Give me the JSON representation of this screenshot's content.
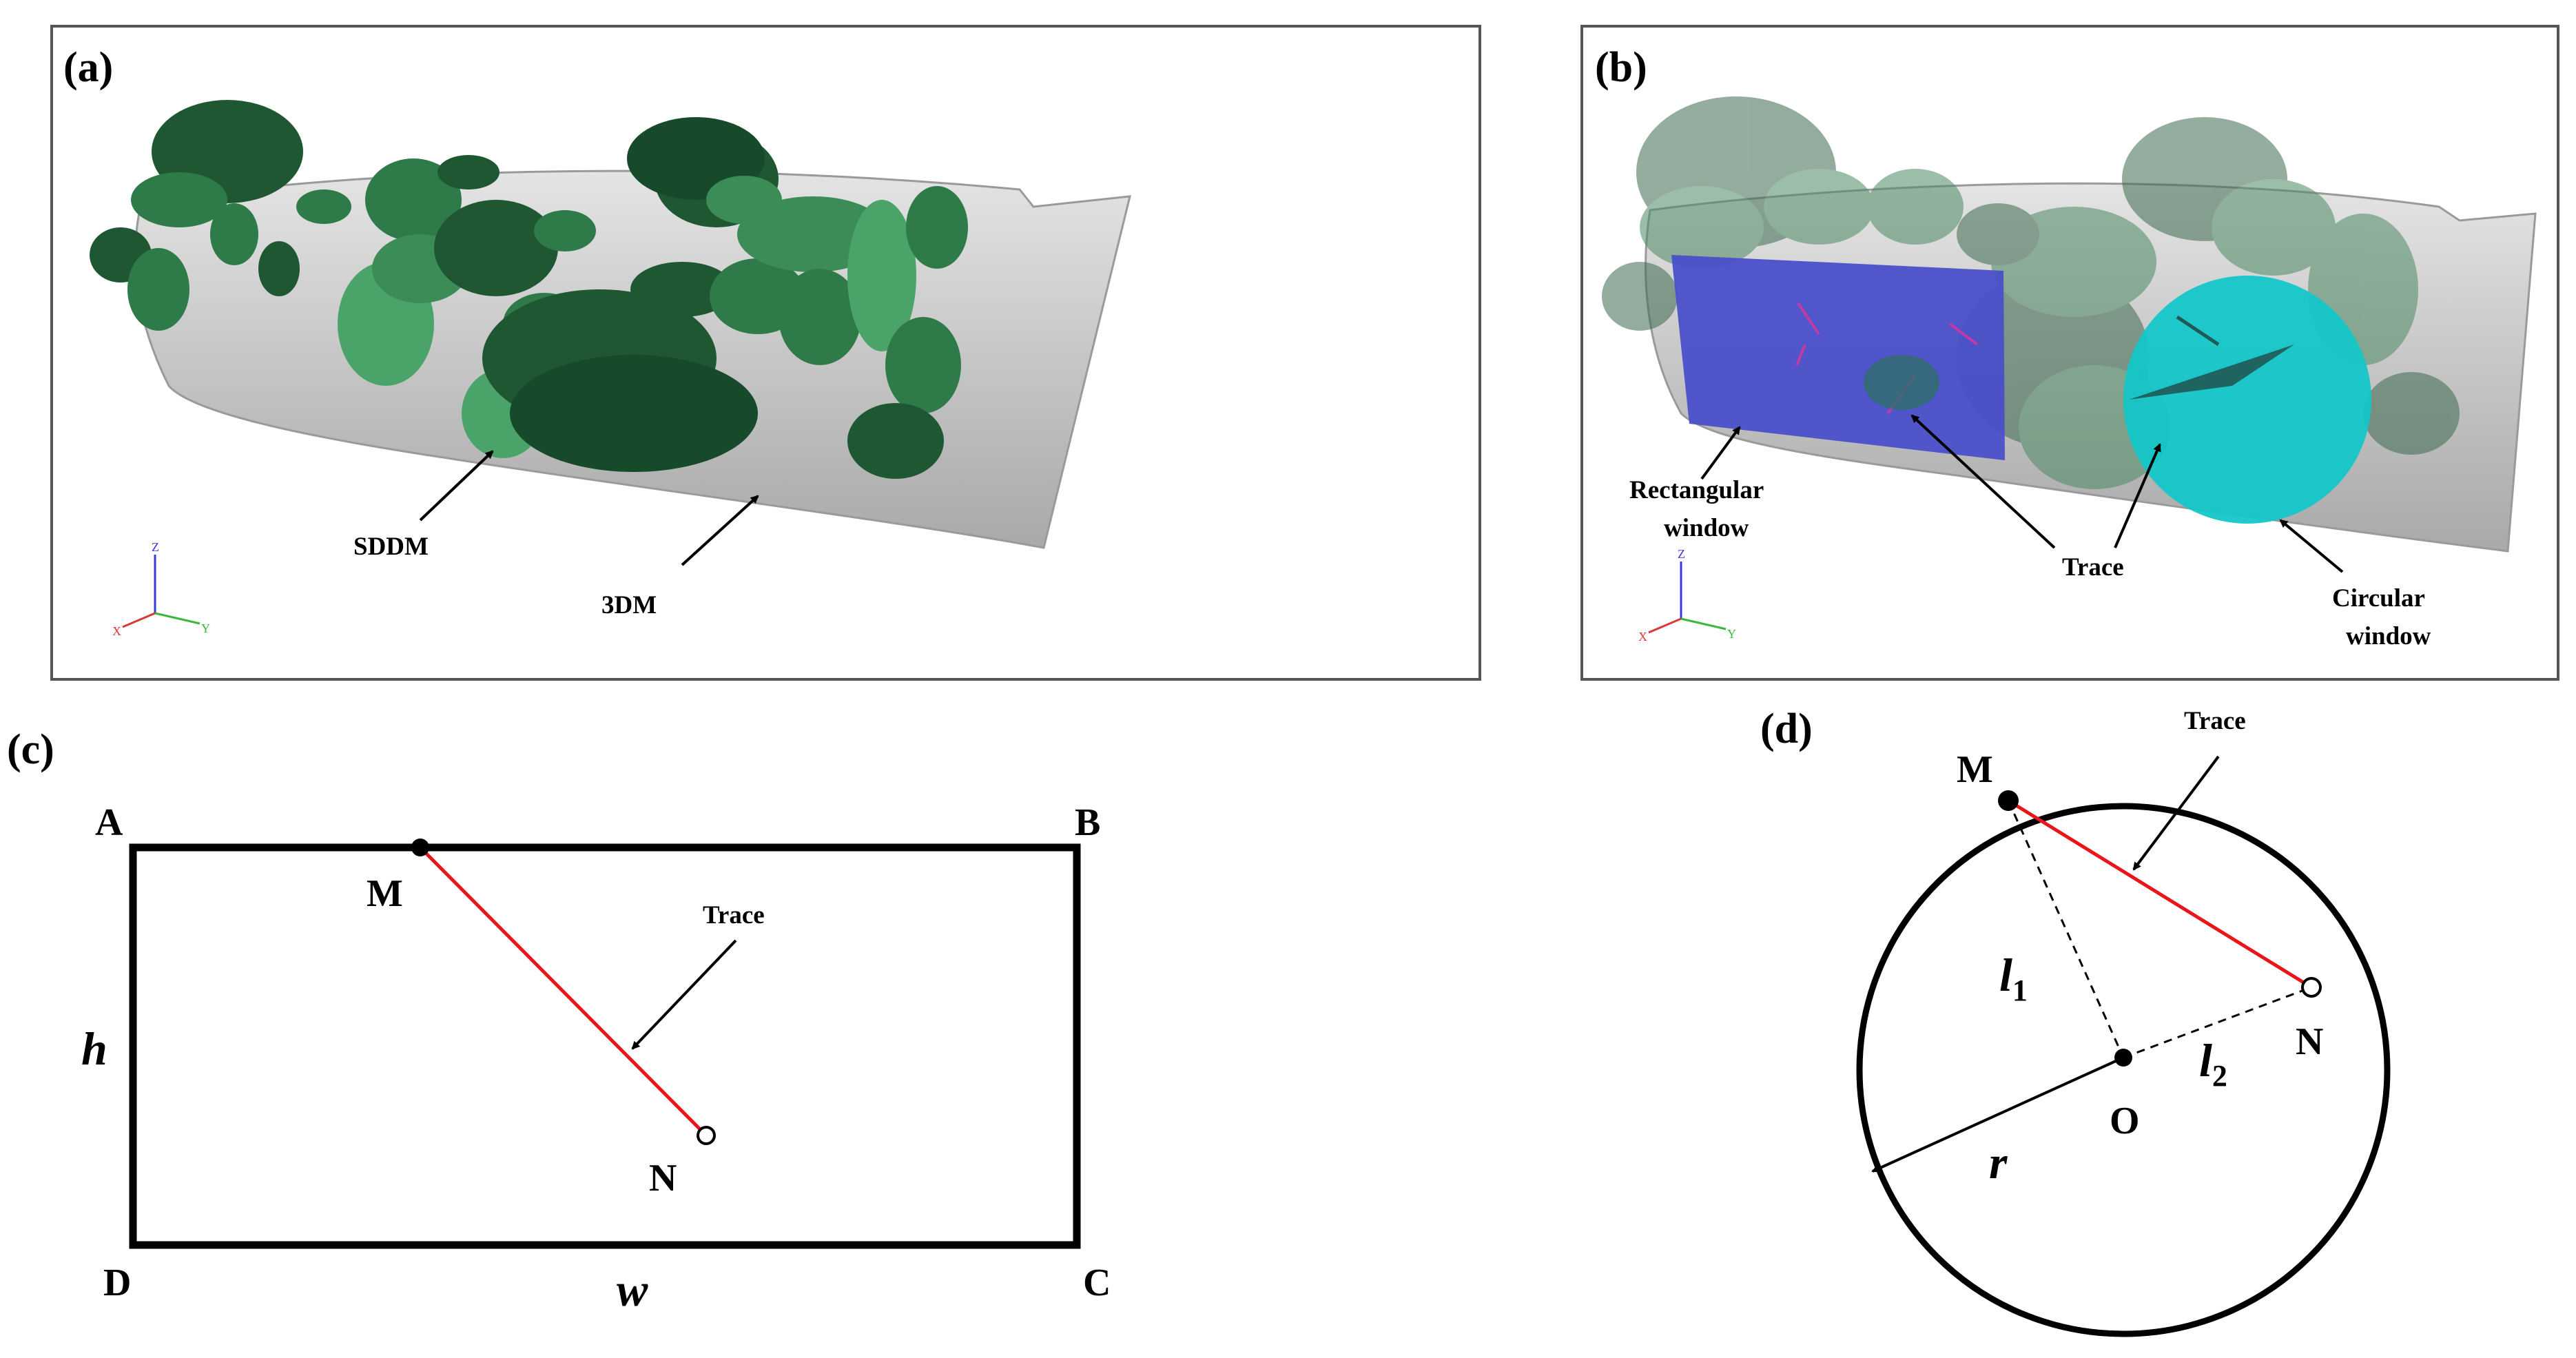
{
  "panels": {
    "a": {
      "label": "(a)",
      "annotations": {
        "sddm": "SDDM",
        "tdm": "3DM"
      },
      "axes": {
        "z": "Z",
        "x": "X",
        "y": "Y"
      }
    },
    "b": {
      "label": "(b)",
      "annotations": {
        "rect_line1": "Rectangular",
        "rect_line2": "window",
        "trace": "Trace",
        "circ_line1": "Circular",
        "circ_line2": "window"
      },
      "axes": {
        "z": "Z",
        "x": "X",
        "y": "Y"
      }
    },
    "c": {
      "label": "(c)",
      "vertices": {
        "a": "A",
        "b": "B",
        "c": "C",
        "d": "D"
      },
      "points": {
        "m": "M",
        "n": "N"
      },
      "trace": "Trace",
      "height": "h",
      "width": "w"
    },
    "d": {
      "label": "(d)",
      "points": {
        "m": "M",
        "n": "N",
        "o": "O"
      },
      "trace": "Trace",
      "l1": "l",
      "l1_sub": "1",
      "l2": "l",
      "l2_sub": "2",
      "radius": "r"
    }
  },
  "colors": {
    "trace": "#e8161b",
    "leaf_dark": "#1f5733",
    "leaf_mid": "#2f7a49",
    "leaf_light": "#4aa46a",
    "rock": "#c9c9c9",
    "rect_window": "#4a4fc9",
    "circ_window": "#14c6c8"
  }
}
